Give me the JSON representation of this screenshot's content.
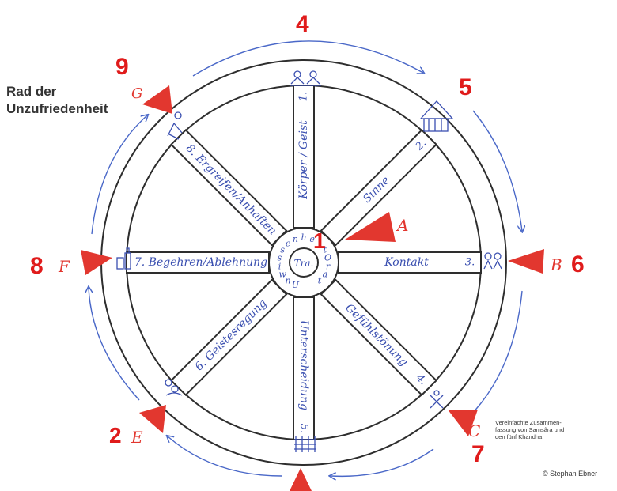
{
  "title": {
    "line1": "Rad der",
    "line2": "Unzufriedenheit"
  },
  "spokes": [
    {
      "label": "Körper / Geist",
      "number": "1."
    },
    {
      "label": "Sinne",
      "number": "2."
    },
    {
      "label": "Kontakt",
      "number": "3."
    },
    {
      "label": "Gefühlstönung",
      "number": "4."
    },
    {
      "label": "Unterscheidung",
      "number": "5."
    },
    {
      "label": "6. Geistesregung",
      "number": ""
    },
    {
      "label": "7. Begehren/Ablehnung",
      "number": ""
    },
    {
      "label": "8. Ergreifen/Anhaften",
      "number": ""
    }
  ],
  "hub": {
    "inner_word": "Tra.",
    "ring_letters": [
      "U",
      "n",
      "w",
      "i",
      "s",
      "s",
      "e",
      "n",
      "h",
      "e",
      "i",
      "t",
      "O",
      "r",
      "a",
      "t"
    ]
  },
  "numbers": {
    "n1": "1",
    "n2": "2",
    "n4": "4",
    "n5": "5",
    "n6": "6",
    "n7": "7",
    "n8": "8",
    "n9": "9"
  },
  "letters": {
    "A": "A",
    "B": "B",
    "C": "C",
    "E": "E",
    "F": "F",
    "G": "G"
  },
  "caption": {
    "line1": "Vereinfachte Zusammen-",
    "line2": "fassung von Samsâra und",
    "line3": "den fünf Khandha"
  },
  "copyright": "© Stephan Ebner",
  "colors": {
    "wheel": "#2e2e2e",
    "handwriting": "#3a4fb0",
    "accent_red": "#e01b1b",
    "triangle_red": "#e2372f",
    "arrow_blue": "#4a68c8"
  }
}
